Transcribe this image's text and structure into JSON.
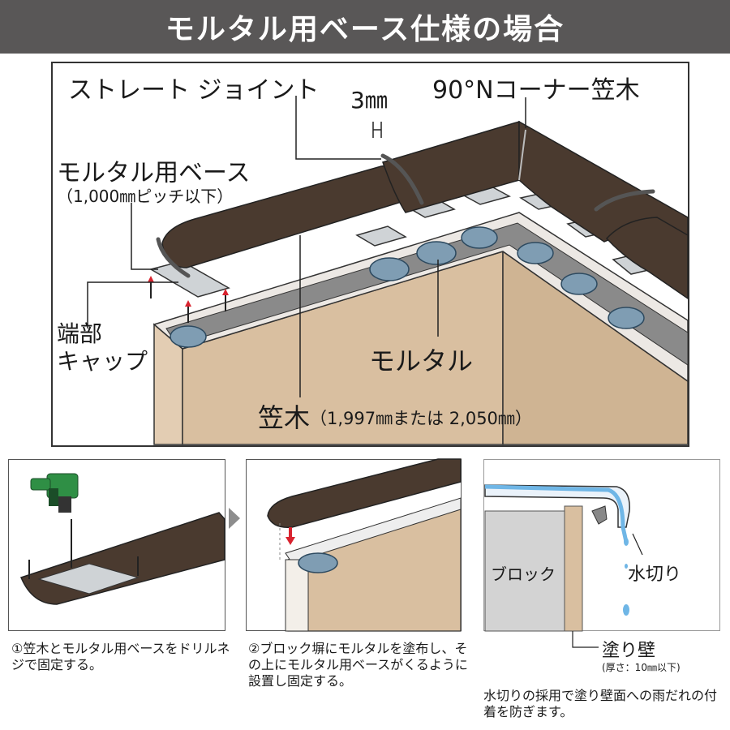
{
  "header": {
    "title": "モルタル用ベース仕様の場合"
  },
  "main_diagram": {
    "labels": {
      "straight_joint": "ストレート ジョイント",
      "gap": "3㎜",
      "corner": "90°Nコーナー笠木",
      "base": "モルタル用ベース",
      "base_note": "（1,000㎜ピッチ以下）",
      "end_cap_line1": "端部",
      "end_cap_line2": "キャップ",
      "mortar": "モルタル",
      "kasagi": "笠木",
      "kasagi_note": "（1,997㎜または 2,050㎜）"
    }
  },
  "steps": [
    {
      "caption": "①笠木とモルタル用ベースをドリルネジで固定する。"
    },
    {
      "caption": "②ブロック塀にモルタルを塗布し、その上にモルタル用ベースがくるように設置し固定する。"
    }
  ],
  "drip_detail": {
    "labels": {
      "block": "ブロック",
      "drip": "水切り",
      "plaster_wall": "塗り壁",
      "plaster_note": "(厚さ：10㎜以下)"
    },
    "caption": "水切りの採用で塗り壁面への雨だれの付着を防ぎます。"
  },
  "colors": {
    "header_bg": "#595757",
    "kasagi_brown": "#4a3a2f",
    "wall_beige": "#d9bfa0",
    "mortar_blue": "#7f9db3",
    "base_metal": "#cfd3d6",
    "water_blue": "#6fb6e6"
  }
}
